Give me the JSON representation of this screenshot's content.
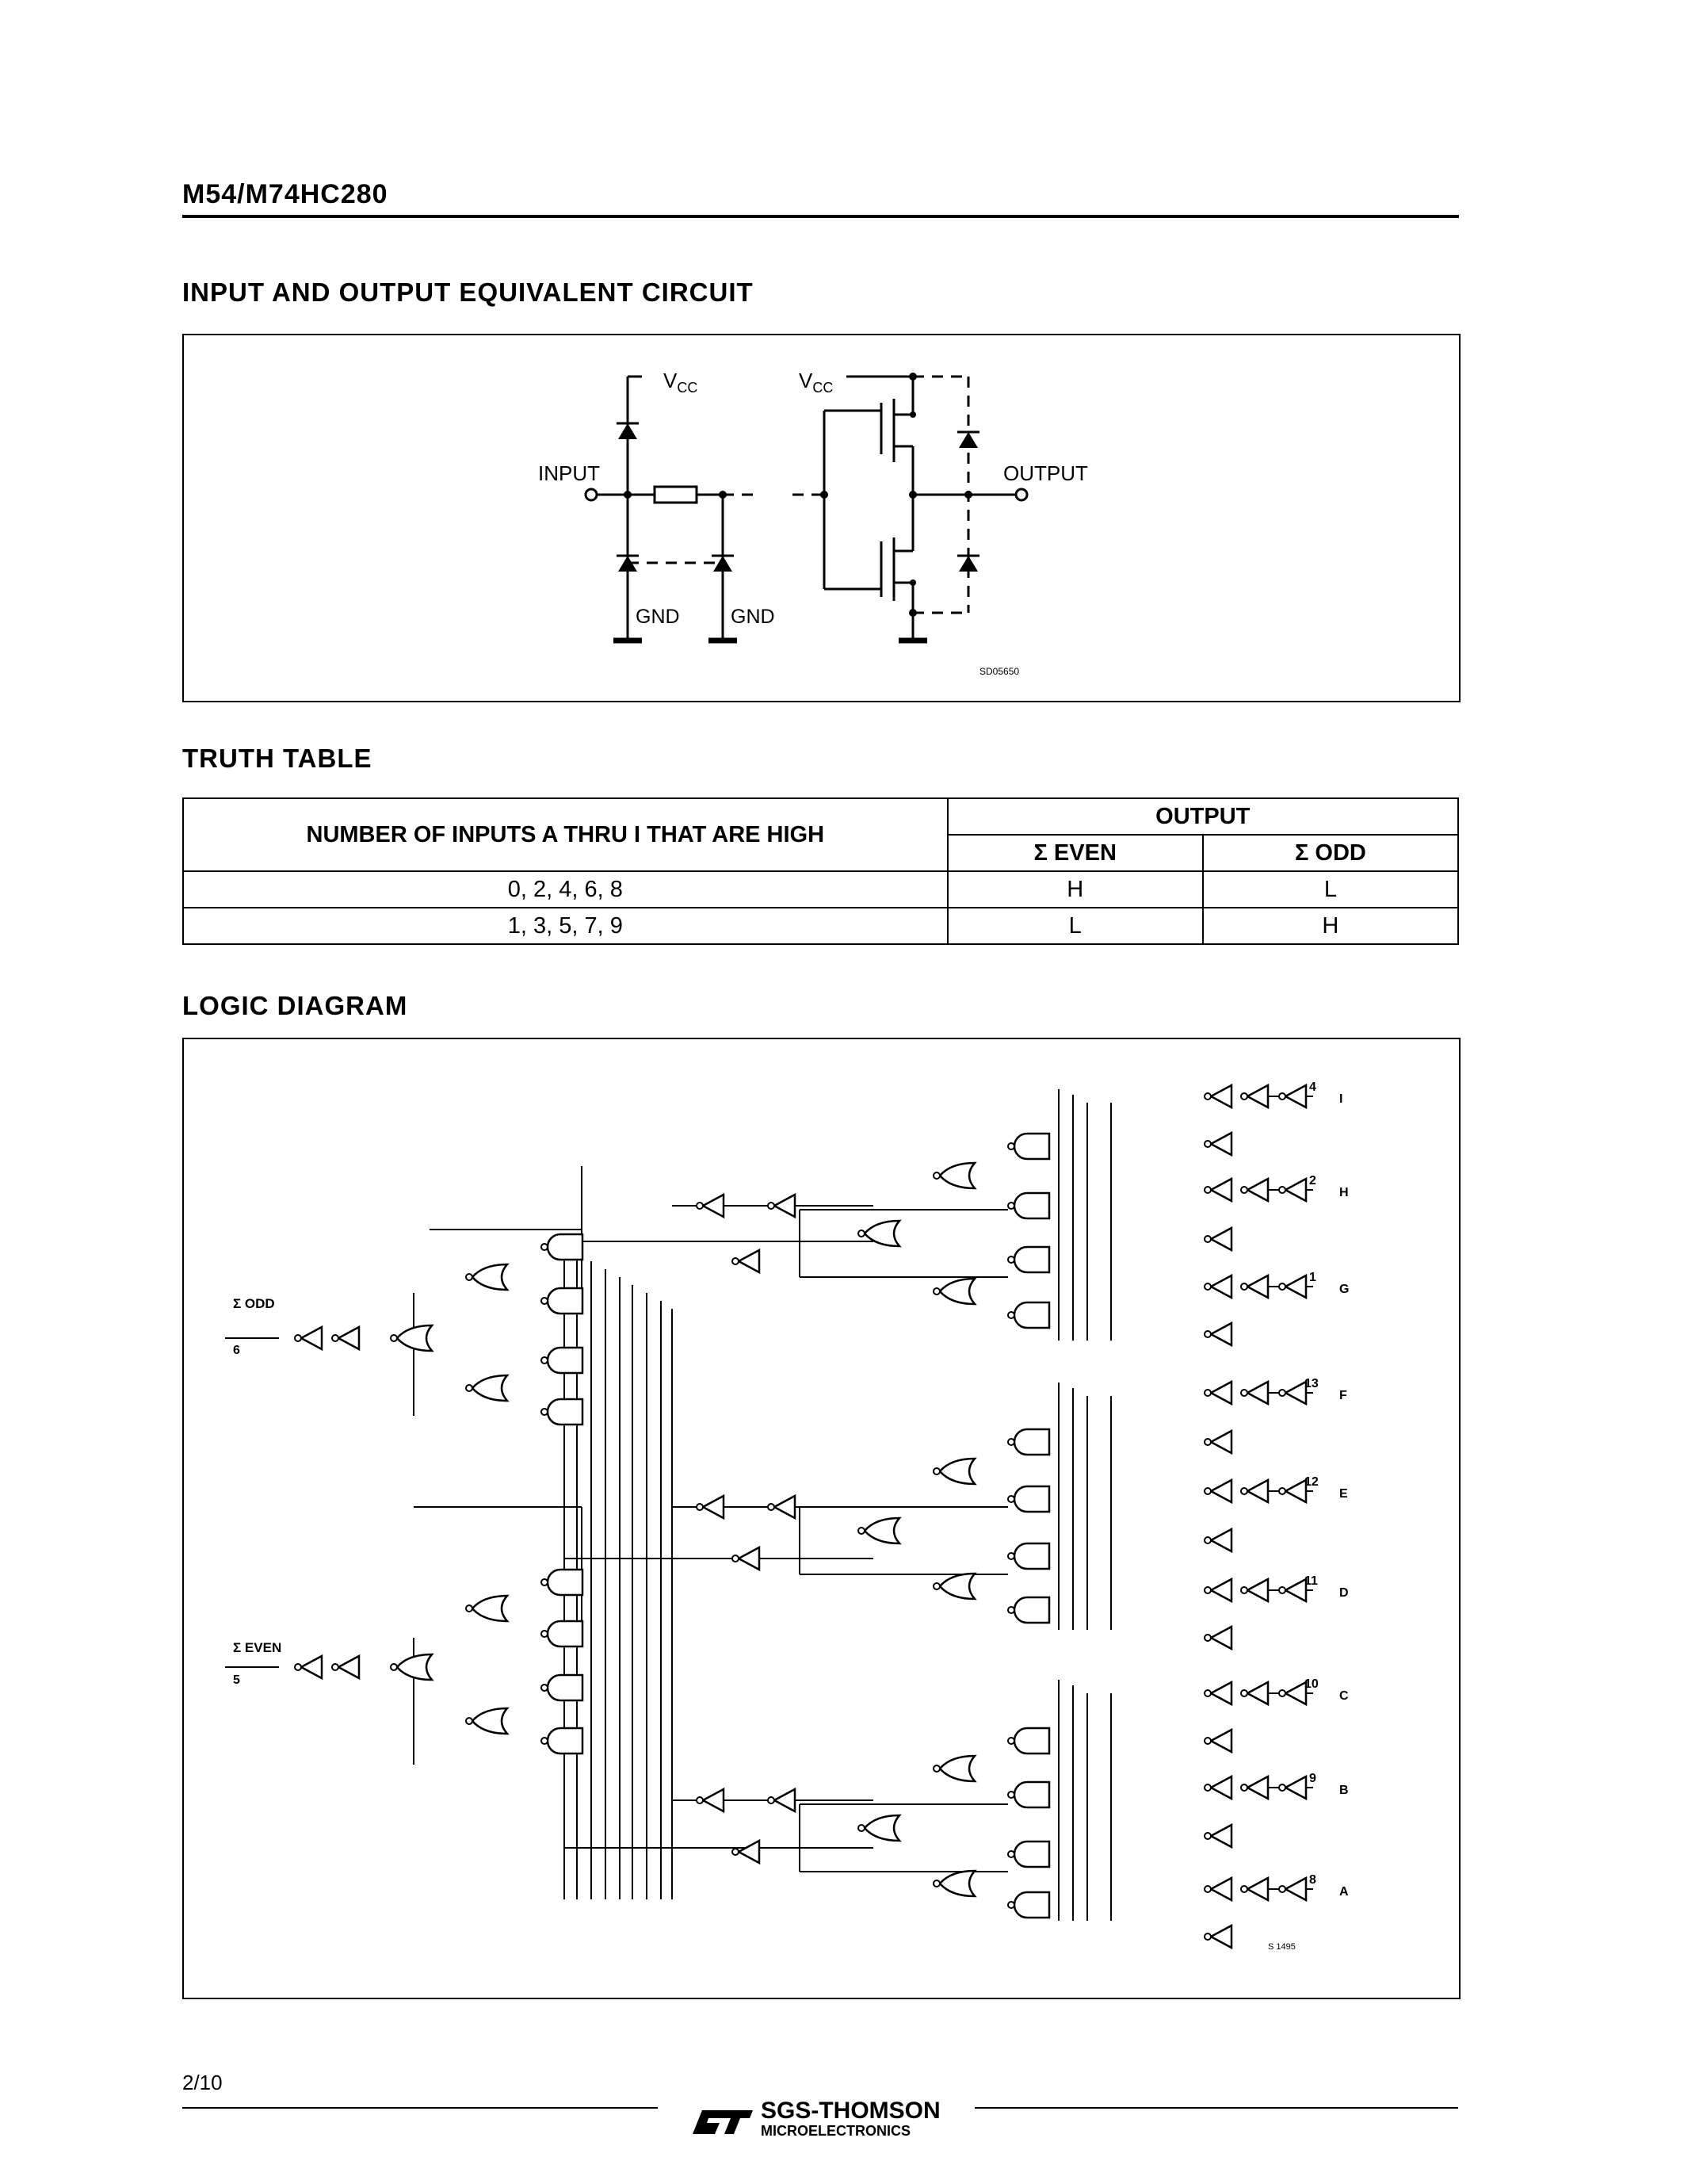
{
  "header": {
    "part_number": "M54/M74HC280"
  },
  "io_circuit": {
    "title": "INPUT AND OUTPUT EQUIVALENT CIRCUIT",
    "vcc_left": "V",
    "vcc_left_sub": "CC",
    "vcc_right": "V",
    "vcc_right_sub": "CC",
    "input_label": "INPUT",
    "output_label": "OUTPUT",
    "gnd_left": "GND",
    "gnd_right": "GND",
    "code": "SD05650"
  },
  "truth_table": {
    "title": "TRUTH TABLE",
    "col_inputs": "NUMBER OF INPUTS A THRU I THAT ARE HIGH",
    "col_output": "OUTPUT",
    "col_even": "Σ EVEN",
    "col_odd": "Σ ODD",
    "rows": [
      {
        "inputs": "0, 2, 4, 6, 8",
        "even": "H",
        "odd": "L"
      },
      {
        "inputs": "1, 3, 5, 7, 9",
        "even": "L",
        "odd": "H"
      }
    ]
  },
  "logic_diagram": {
    "title": "LOGIC DIAGRAM",
    "sum_odd_label": "Σ ODD",
    "sum_odd_pin": "6",
    "sum_even_label": "Σ EVEN",
    "sum_even_pin": "5",
    "inputs": [
      {
        "pin": "4",
        "name": "I"
      },
      {
        "pin": "2",
        "name": "H"
      },
      {
        "pin": "1",
        "name": "G"
      },
      {
        "pin": "13",
        "name": "F"
      },
      {
        "pin": "12",
        "name": "E"
      },
      {
        "pin": "11",
        "name": "D"
      },
      {
        "pin": "10",
        "name": "C"
      },
      {
        "pin": "9",
        "name": "B"
      },
      {
        "pin": "8",
        "name": "A"
      }
    ],
    "code": "S 1495"
  },
  "footer": {
    "page": "2/10",
    "brand": "SGS-THOMSON",
    "brand_sub": "MICROELECTRONICS"
  }
}
